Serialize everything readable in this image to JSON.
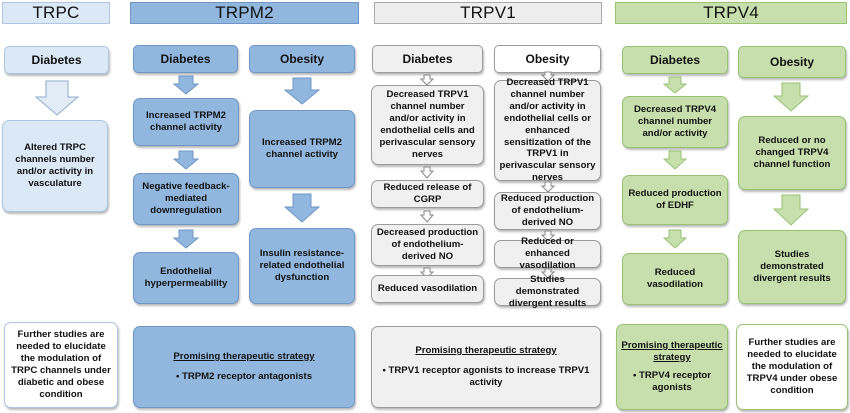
{
  "headers": {
    "trpc": "TRPC",
    "trpm2": "TRPM2",
    "trpv1": "TRPV1",
    "trpv4": "TRPV4"
  },
  "trpc": {
    "diabetes": "Diabetes",
    "effect": "Altered TRPC channels number and/or activity in vasculature",
    "footer": "Further studies are needed to elucidate the modulation of TRPC channels under diabetic and obese condition"
  },
  "trpm2": {
    "diabetes": {
      "label": "Diabetes",
      "steps": [
        "Increased TRPM2 channel activity",
        "Negative feedback-mediated downregulation",
        "Endothelial hyperpermeability"
      ]
    },
    "obesity": {
      "label": "Obesity",
      "steps": [
        "Increased TRPM2 channel activity",
        "Insulin resistance-related endothelial dysfunction"
      ]
    },
    "strategy": {
      "title": "Promising therapeutic strategy",
      "item": "• TRPM2 receptor antagonists"
    }
  },
  "trpv1": {
    "diabetes": {
      "label": "Diabetes",
      "steps": [
        "Decreased TRPV1 channel number and/or activity in endothelial cells  and perivascular sensory nerves",
        "Reduced release of CGRP",
        "Decreased production of endothelium-derived NO",
        "Reduced vasodilation"
      ]
    },
    "obesity": {
      "label": "Obesity",
      "steps": [
        "Decreased TRPV1 channel number and/or activity in endothelial cells or enhanced sensitization of the TRPV1 in perivascular sensory nerves",
        "Reduced production of endothelium-derived NO",
        "Reduced or enhanced vasodilation",
        "Studies demonstrated divergent results"
      ]
    },
    "strategy": {
      "title": "Promising therapeutic strategy",
      "item": "• TRPV1 receptor agonists to increase TRPV1 activity"
    }
  },
  "trpv4": {
    "diabetes": {
      "label": "Diabetes",
      "steps": [
        "Decreased TRPV4 channel number and/or activity",
        "Reduced production of EDHF",
        "Reduced vasodilation"
      ]
    },
    "obesity": {
      "label": "Obesity",
      "steps": [
        "Reduced or no changed TRPV4 channel function",
        "Studies demonstrated divergent results"
      ]
    },
    "strategy": {
      "title": "Promising therapeutic strategy",
      "item": "• TRPV4 receptor agonists"
    },
    "footer": "Further studies are needed to elucidate the modulation of TRPV4 under obese condition"
  },
  "colors": {
    "pale_blue": "#dbe8f6",
    "blue": "#91b7df",
    "gray": "#f0f0f0",
    "green": "#c6dfad"
  }
}
